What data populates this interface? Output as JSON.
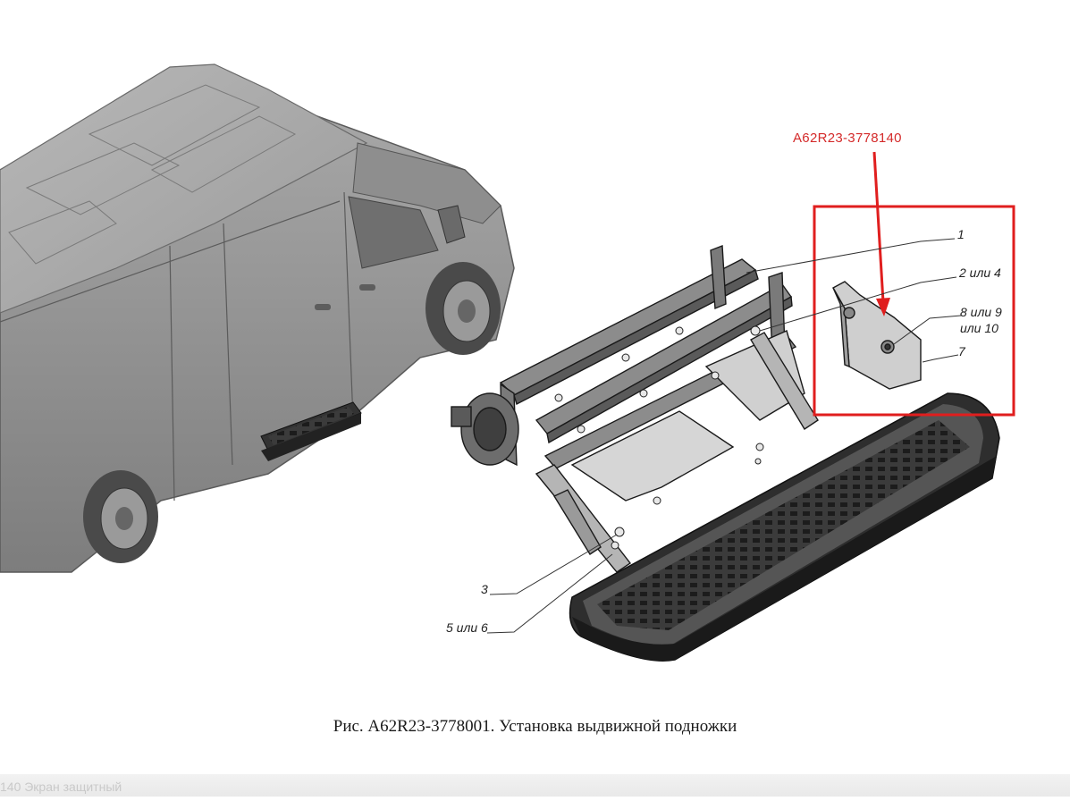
{
  "figure": {
    "caption": "Рис. A62R23-3778001. Установка выдвижной подножки",
    "highlight_part_number": "A62R23-3778140",
    "highlight_color": "#e01e1e",
    "callouts": {
      "c1": "1",
      "c2": "2 или 4",
      "c8": "8 или 9",
      "c8b": "или 10",
      "c7": "7",
      "c3": "3",
      "c5": "5 или 6"
    }
  },
  "footer": {
    "text": "140 Экран защитный"
  }
}
